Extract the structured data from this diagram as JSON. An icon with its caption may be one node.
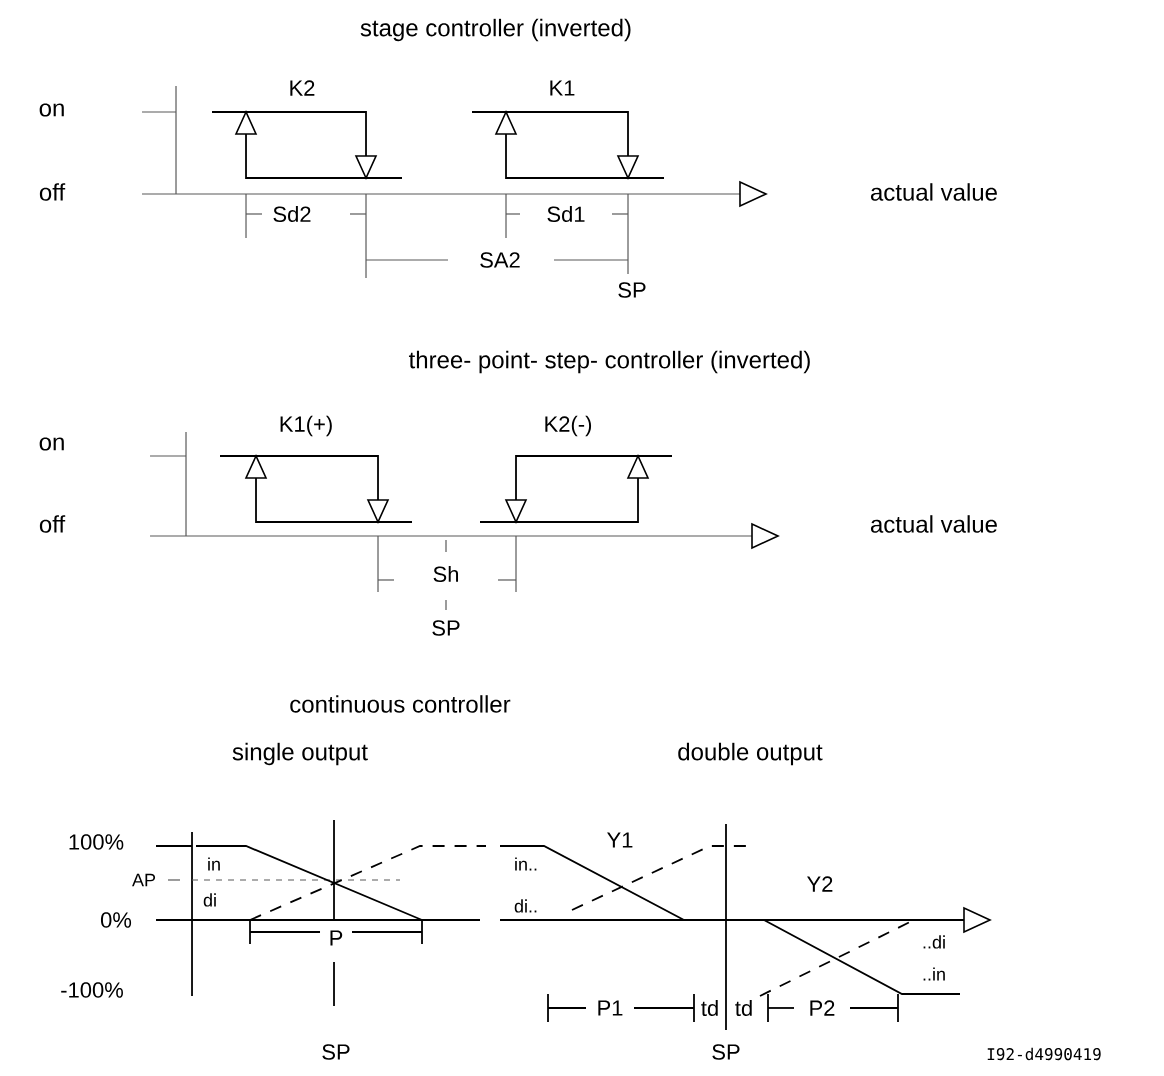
{
  "diagram": {
    "labels": [
      "stage controller (inverted)",
      "on",
      "K2",
      "K1",
      "off",
      "actual value",
      "Sd2",
      "Sd1",
      "SA2",
      "SP",
      "three- point- step- controller (inverted)",
      "K1(+)",
      "K2(-)",
      "on",
      "off",
      "actual value",
      "Sh",
      "SP",
      "continuous controller",
      "single output",
      "double output",
      "100%",
      "Y1",
      "in",
      "AP",
      "in..",
      "Y2",
      "di",
      "di..",
      "0%",
      "P",
      "..di",
      "-100%",
      "..in",
      "P1",
      "td",
      "td",
      "P2",
      "SP",
      "SP",
      "I92-d4990419"
    ]
  }
}
